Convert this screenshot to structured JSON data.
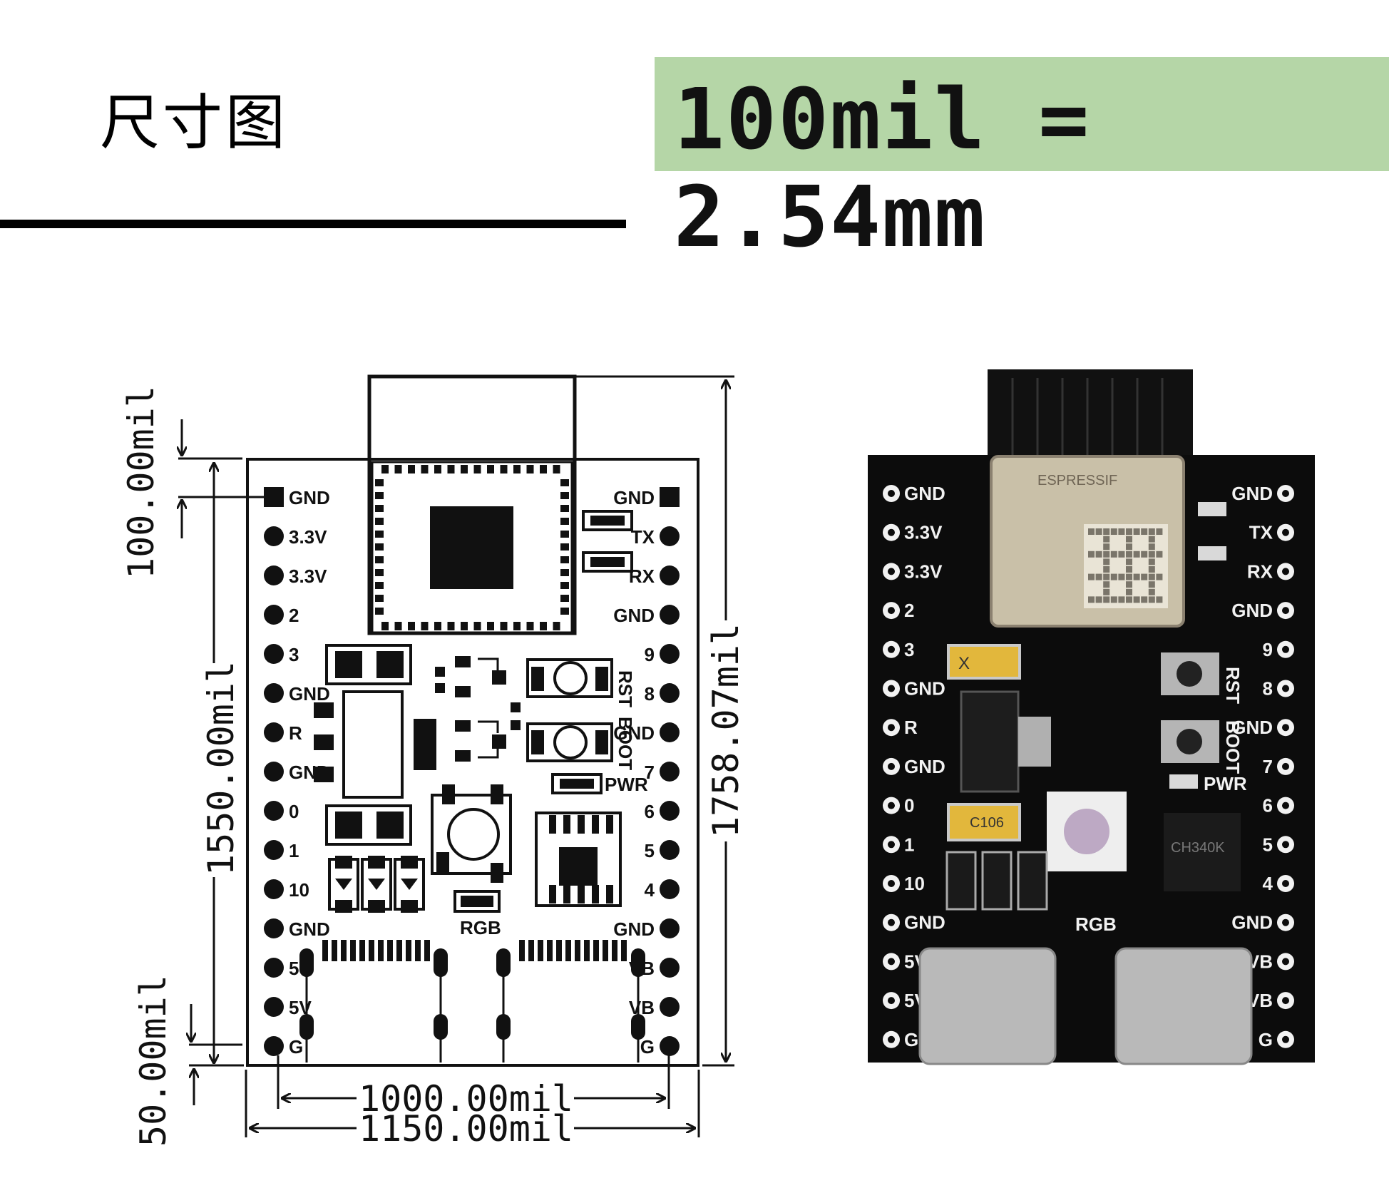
{
  "header": {
    "title": "尺寸图",
    "scale_line1": "100mil =",
    "scale_line2": "2.54mm",
    "accent_color": "#b5d6a7"
  },
  "dimensions": {
    "top_margin": "100.00mil",
    "pin_span_vertical": "1550.00mil",
    "total_height": "1758.07mil",
    "bottom_margin": "50.00mil",
    "pin_row_spacing": "1000.00mil",
    "board_width": "1150.00mil"
  },
  "silkscreen": {
    "left_pins": [
      "GND",
      "3.3V",
      "3.3V",
      "2",
      "3",
      "GND",
      "R",
      "GND",
      "0",
      "1",
      "10",
      "GND",
      "5V",
      "5V",
      "G"
    ],
    "right_pins": [
      "GND",
      "TX",
      "RX",
      "GND",
      "9",
      "8",
      "GND",
      "7",
      "6",
      "5",
      "4",
      "GND",
      "VB",
      "VB",
      "G"
    ],
    "labels": {
      "rst": "RST",
      "boot": "BOOT",
      "pwr": "PWR",
      "rgb": "RGB"
    }
  },
  "photo": {
    "module_brand": "ESPRESSIF",
    "cap_small": "X",
    "cap_large": "C106",
    "usb_chip": "CH340K",
    "board_color": "#0c0c0c"
  }
}
